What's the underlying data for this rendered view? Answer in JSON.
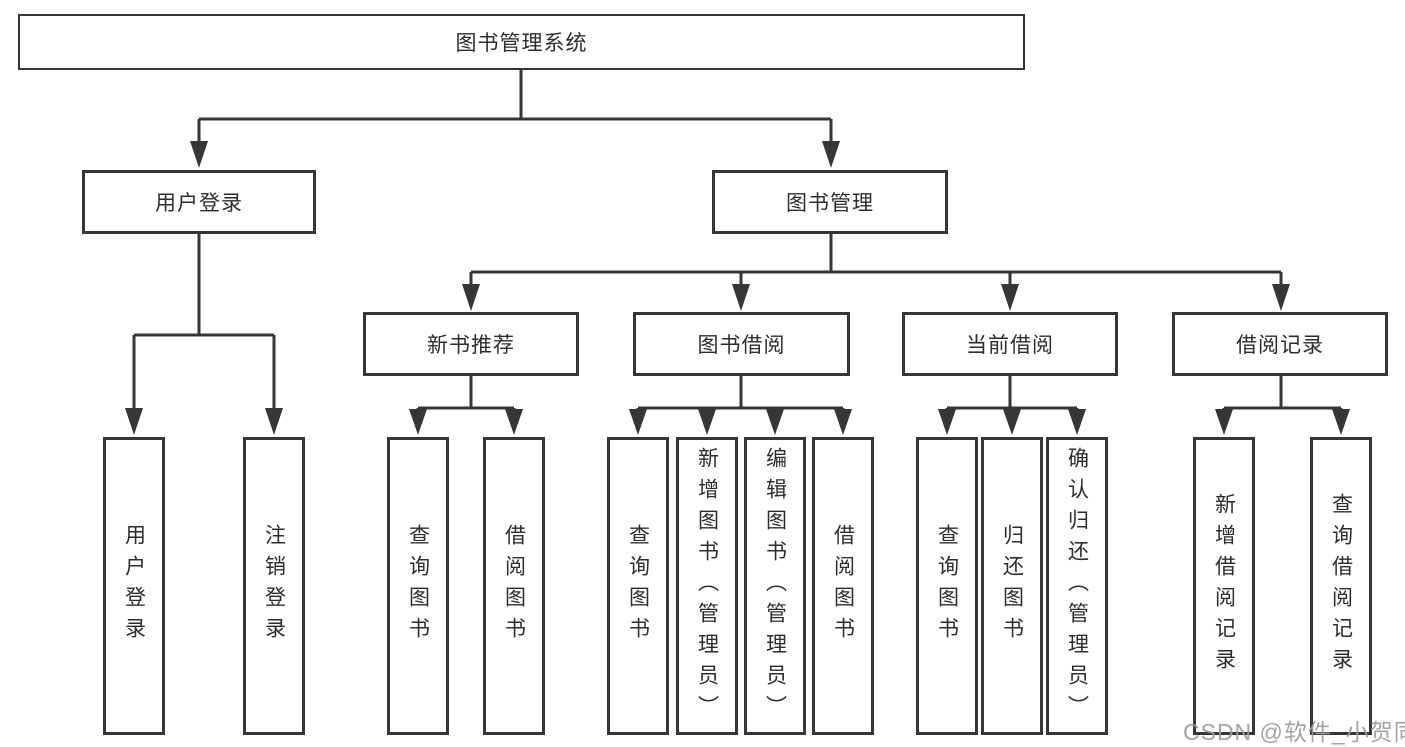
{
  "diagram_type": "functional-structure-tree",
  "tree": {
    "root": {
      "label": "图书管理系统",
      "children": [
        {
          "label": "用户登录",
          "children": [
            {
              "label": "用户登录"
            },
            {
              "label": "注销登录"
            }
          ]
        },
        {
          "label": "图书管理",
          "children": [
            {
              "label": "新书推荐",
              "children": [
                {
                  "label": "查询图书"
                },
                {
                  "label": "借阅图书"
                }
              ]
            },
            {
              "label": "图书借阅",
              "children": [
                {
                  "label": "查询图书"
                },
                {
                  "label": "新增图书（管理员）"
                },
                {
                  "label": "编辑图书（管理员）"
                },
                {
                  "label": "借阅图书"
                }
              ]
            },
            {
              "label": "当前借阅",
              "children": [
                {
                  "label": "查询图书"
                },
                {
                  "label": "归还图书"
                },
                {
                  "label": "确认归还（管理员）"
                }
              ]
            },
            {
              "label": "借阅记录",
              "children": [
                {
                  "label": "新增借阅记录"
                },
                {
                  "label": "查询借阅记录"
                }
              ]
            }
          ]
        }
      ]
    }
  },
  "watermark": {
    "text": "CSDN @软件_小贺同学"
  },
  "colors": {
    "line": "#363636",
    "border": "#363636",
    "text": "#2d2d2d",
    "watermark": "#9b9b9b",
    "background": "#ffffff"
  }
}
